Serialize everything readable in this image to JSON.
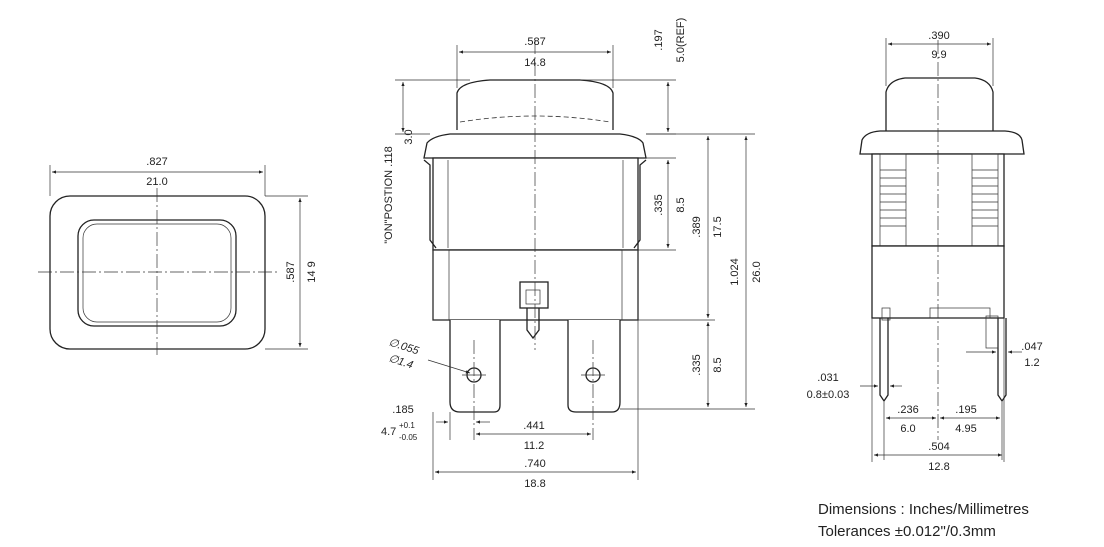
{
  "front_view": {
    "width_in": ".827",
    "width_mm": "21.0",
    "height_in": ".587",
    "height_mm": "14 9"
  },
  "side_view": {
    "bezel_in": ".587",
    "bezel_mm": "14.8",
    "ref_in": ".197",
    "ref_mm": "5.0(REF)",
    "on_position_label": "\"ON\"POSTION .118",
    "on_position_mm": "3.0",
    "body_upper_in": ".335",
    "body_upper_mm": "8.5",
    "body_height_in": ".389",
    "body_height_mm": "17.5",
    "total_in": "1.024",
    "total_mm": "26.0",
    "terminal_in": ".335",
    "terminal_mm": "8.5",
    "hole_in": "∅.055",
    "hole_mm": "∅1.4",
    "hole_offset_in": ".185",
    "hole_offset_mm": "4.7",
    "hole_tol_plus": "+0.1",
    "hole_tol_minus": "-0.05",
    "pin_pitch_in": ".441",
    "pin_pitch_mm": "11.2",
    "overall_in": ".740",
    "overall_mm": "18.8"
  },
  "end_view": {
    "cap_in": ".390",
    "cap_mm": "9.9",
    "pin_thk_in": ".047",
    "pin_thk_mm": "1.2",
    "pin_w_in": ".031",
    "pin_w_mm": "0.8±0.03",
    "pos1_in": ".236",
    "pos1_mm": "6.0",
    "pos2_in": ".195",
    "pos2_mm": "4.95",
    "width_in": ".504",
    "width_mm": "12.8"
  },
  "notes": {
    "line1": "Dimensions : Inches/Millimetres",
    "line2": "Tolerances ±0.012\"/0.3mm"
  }
}
